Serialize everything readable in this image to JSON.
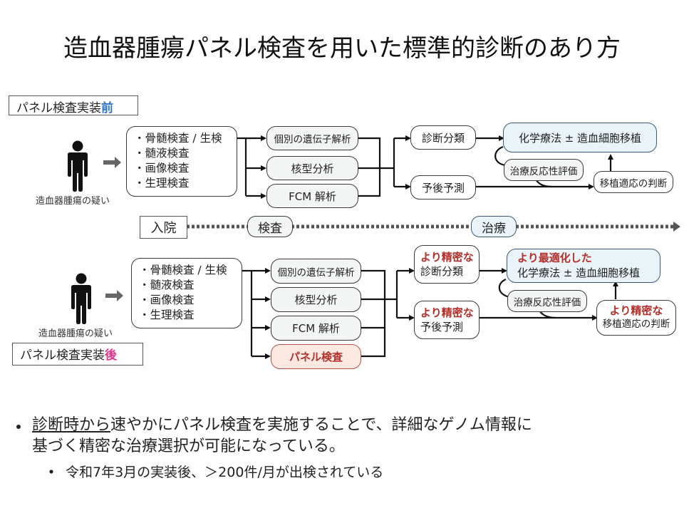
{
  "title": "造血器腫瘍パネル検査を用いた標準的診断のあり方",
  "before": {
    "phase_label": "パネル検査実装",
    "phase_mark": "前",
    "person_caption": "造血器腫瘍の疑い",
    "tests": [
      "・骨髄検査 / 生検",
      "・髄液検査",
      "・画像検査",
      "・生理検査"
    ],
    "analyses": [
      "個別の遺伝子解析",
      "核型分析",
      "FCM 解析"
    ],
    "diagnosis": "診断分類",
    "prognosis": "予後予測",
    "treatment": "化学療法 ± 造血細胞移植",
    "response_eval": "治療反応性評価",
    "transplant_decision": "移植適応の判断"
  },
  "timeline": {
    "admit": "入院",
    "exam": "検査",
    "treat": "治療"
  },
  "after": {
    "phase_label": "パネル検査実装",
    "phase_mark": "後",
    "person_caption": "造血器腫瘍の疑い",
    "tests": [
      "・骨髄検査 / 生検",
      "・髄液検査",
      "・画像検査",
      "・生理検査"
    ],
    "analyses": [
      "個別の遺伝子解析",
      "核型分析",
      "FCM 解析"
    ],
    "panel_test": "パネル検査",
    "diagnosis_emph": "より精密な",
    "diagnosis": "診断分類",
    "prognosis_emph": "より精密な",
    "prognosis": "予後予測",
    "treatment_emph": "より最適化した",
    "treatment": "化学療法 ± 造血細胞移植",
    "response_eval": "治療反応性評価",
    "transplant_emph": "より精密な",
    "transplant_decision": "移植適応の判断"
  },
  "bullets": {
    "main_underlined": "診断時から",
    "main_rest_line1": "速やかにパネル検査を実施することで、詳細なゲノム情報に",
    "main_line2": "基づく精密な治療選択が可能になっている。",
    "sub": "令和7年3月の実装後、＞200件/月が出検されている"
  },
  "colors": {
    "before_accent": "#2f75c5",
    "after_accent": "#e0358a",
    "emphasis_red": "#b52e2a",
    "treatment_fill": "#eaf3f8",
    "panel_fill": "#fbe9e2"
  }
}
